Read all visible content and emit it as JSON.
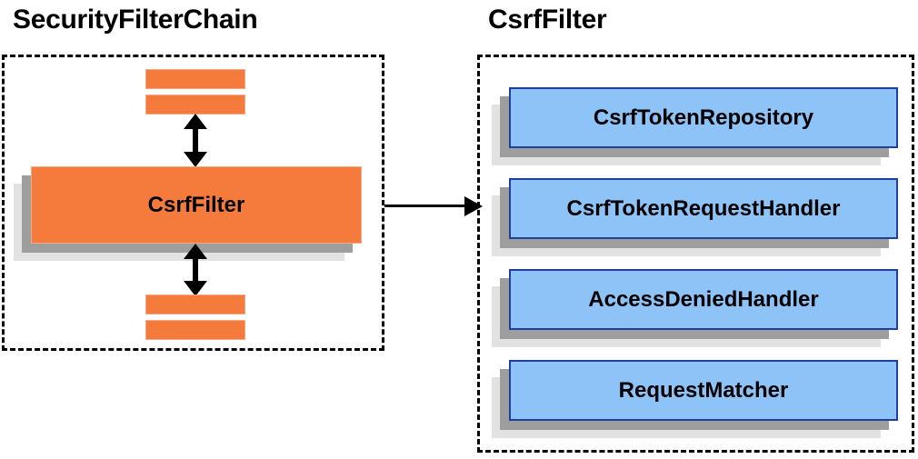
{
  "diagram": {
    "title_left": "SecurityFilterChain",
    "title_right": "CsrfFilter",
    "colors": {
      "orange_fill": "#f57b3c",
      "orange_border": "#f0aa86",
      "blue_fill": "#8ec3f8",
      "blue_border": "#1f3f9e",
      "shadow_mid": "#9e9e9e",
      "shadow_back": "#e2e2e2",
      "outline": "#000000"
    }
  },
  "left_panel": {
    "title": "SecurityFilterChain",
    "center_filter_label": "CsrfFilter",
    "top_bars": [
      "",
      ""
    ],
    "bottom_bars": [
      "",
      ""
    ],
    "arrow_up_label": "",
    "arrow_down_label": ""
  },
  "right_panel": {
    "title": "CsrfFilter",
    "components": [
      {
        "label": "CsrfTokenRepository"
      },
      {
        "label": "CsrfTokenRequestHandler"
      },
      {
        "label": "AccessDeniedHandler"
      },
      {
        "label": "RequestMatcher"
      }
    ]
  },
  "connector": {
    "label": "",
    "from": "CsrfFilter",
    "to": "CsrfFilter collaborators"
  }
}
